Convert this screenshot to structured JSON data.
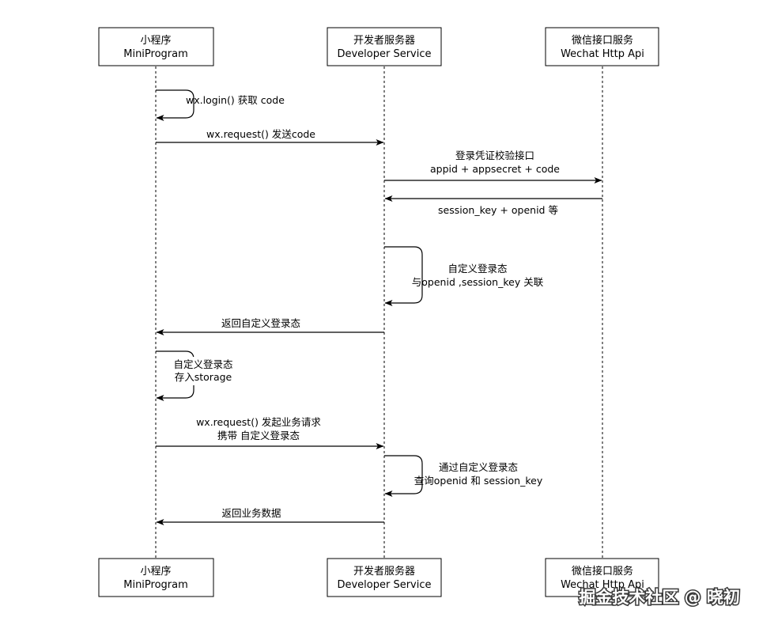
{
  "participants": [
    {
      "id": "mp",
      "line1": "小程序",
      "line2": "MiniProgram"
    },
    {
      "id": "dev",
      "line1": "开发者服务器",
      "line2": "Developer Service"
    },
    {
      "id": "wx",
      "line1": "微信接口服务",
      "line2": "Wechat Http Api"
    }
  ],
  "messages": [
    {
      "type": "self",
      "at": "mp",
      "lines": [
        "wx.login() 获取 code"
      ]
    },
    {
      "type": "arrow",
      "from": "mp",
      "to": "dev",
      "lines": [
        "wx.request() 发送code"
      ]
    },
    {
      "type": "arrow",
      "from": "dev",
      "to": "wx",
      "lines": [
        "登录凭证校验接口",
        "appid + appsecret + code"
      ]
    },
    {
      "type": "arrow",
      "from": "wx",
      "to": "dev",
      "lines": [
        "session_key + openid 等"
      ]
    },
    {
      "type": "self",
      "at": "dev",
      "lines": [
        "自定义登录态",
        "与openid ,session_key 关联"
      ]
    },
    {
      "type": "arrow",
      "from": "dev",
      "to": "mp",
      "lines": [
        "返回自定义登录态"
      ]
    },
    {
      "type": "self",
      "at": "mp",
      "lines": [
        "自定义登录态",
        "存入storage"
      ]
    },
    {
      "type": "arrow",
      "from": "mp",
      "to": "dev",
      "lines": [
        "wx.request() 发起业务请求",
        "携带 自定义登录态"
      ]
    },
    {
      "type": "self",
      "at": "dev",
      "lines": [
        "通过自定义登录态",
        "查询openid 和 session_key"
      ]
    },
    {
      "type": "arrow",
      "from": "dev",
      "to": "mp",
      "lines": [
        "返回业务数据"
      ]
    }
  ],
  "watermark": "掘金技术社区 @ 晓初"
}
